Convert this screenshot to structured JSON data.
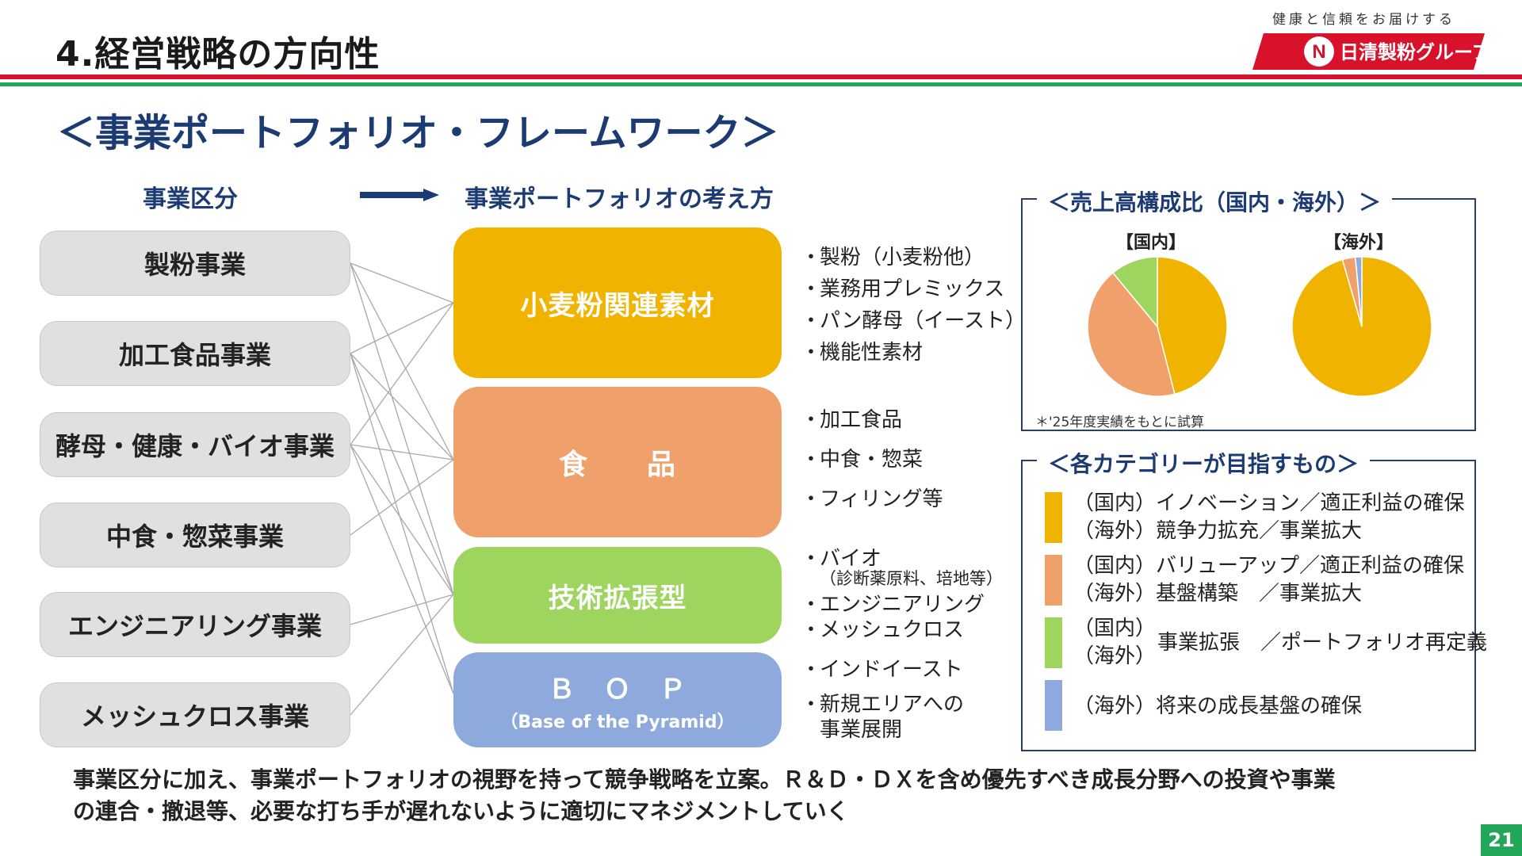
{
  "header": {
    "title": "4.経営戦略の方向性",
    "slogan": "健康と信頼をお届けする",
    "logo_text": "日清製粉グループ"
  },
  "subtitle": "＜事業ポートフォリオ・フレームワーク＞",
  "columns": {
    "segments_head": "事業区分",
    "portfolio_head": "事業ポートフォリオの考え方"
  },
  "segments": [
    "製粉事業",
    "加工食品事業",
    "酵母・健康・バイオ事業",
    "中食・惣菜事業",
    "エンジニアリング事業",
    "メッシュクロス事業"
  ],
  "portfolio": [
    {
      "name": "小麦粉関連素材",
      "sub": "",
      "color": "#f0b400",
      "items": [
        "製粉（小麦粉他）",
        "業務用プレミックス",
        "パン酵母（イースト）",
        "機能性素材"
      ]
    },
    {
      "name": "食　　品",
      "sub": "",
      "color": "#f0a06a",
      "items": [
        "加工食品",
        "中食・惣菜",
        "フィリング等"
      ]
    },
    {
      "name": "技術拡張型",
      "sub": "",
      "color": "#9dd55e",
      "items": [
        "バイオ",
        "（診断薬原料、培地等）",
        "エンジニアリング",
        "メッシュクロス"
      ]
    },
    {
      "name": "Ｂ　Ｏ　Ｐ",
      "sub": "（Base of the Pyramid）",
      "color": "#8eaadc",
      "items": [
        "インドイースト",
        "新規エリアへの",
        "事業展開"
      ]
    }
  ],
  "sales_ratio": {
    "title": "＜売上高構成比（国内・海外）＞",
    "domestic_label": "【国内】",
    "overseas_label": "【海外】",
    "note": "＊'25年度実績をもとに試算"
  },
  "chart_data": [
    {
      "type": "pie",
      "title": "【国内】",
      "series": [
        {
          "values": [
            46,
            43,
            11,
            0
          ]
        }
      ],
      "colors": [
        "#f0b400",
        "#f0a06a",
        "#9dd55e",
        "#8eaadc"
      ]
    },
    {
      "type": "pie",
      "title": "【海外】",
      "series": [
        {
          "values": [
            95.5,
            3,
            0,
            1.5
          ]
        }
      ],
      "colors": [
        "#f0b400",
        "#f0a06a",
        "#9dd55e",
        "#8eaadc"
      ]
    }
  ],
  "goals": {
    "title": "＜各カテゴリーが目指すもの＞",
    "rows": [
      {
        "color": "#f0b400",
        "line1": "（国内）イノベーション／適正利益の確保",
        "line2": "（海外）競争力拡充／事業拡大"
      },
      {
        "color": "#f0a06a",
        "line1": "（国内）バリューアップ／適正利益の確保",
        "line2": "（海外）基盤構築　／事業拡大"
      },
      {
        "color": "#9dd55e",
        "line1": "（国内）",
        "line2": "（海外）",
        "side": "事業拡張　／ポートフォリオ再定義"
      },
      {
        "color": "#8eaadc",
        "line1": "（海外）将来の成長基盤の確保"
      }
    ]
  },
  "bottom_text": {
    "line1": "事業区分に加え、事業ポートフォリオの視野を持って競争戦略を立案。Ｒ＆Ｄ・ＤＸを含め優先すべき成長分野への投資や事業",
    "line2": "の連合・撤退等、必要な打ち手が遅れないように適切にマネジメントしていく"
  },
  "page_number": "21"
}
